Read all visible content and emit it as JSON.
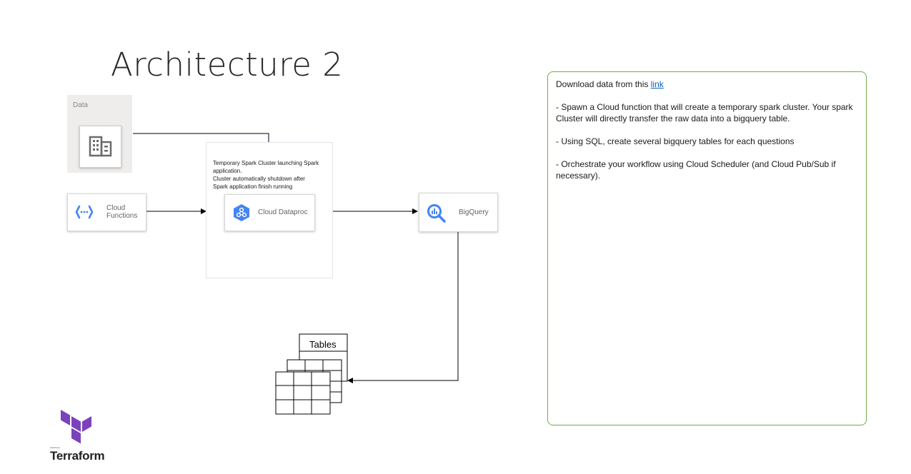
{
  "slide": {
    "title": "Architecture 2"
  },
  "diagram": {
    "data_label": "Data",
    "cloud_functions": {
      "line1": "Cloud",
      "line2": "Functions"
    },
    "cluster_description": [
      "Temporary Spark Cluster launching Spark",
      "application.",
      "Cluster automatically shutdown after",
      "Spark application finish running"
    ],
    "dataproc_label": "Cloud Dataproc",
    "bigquery_label": "BigQuery",
    "tables_label": "Tables"
  },
  "notes": {
    "download_prefix": "Download data from this ",
    "link_text": "link",
    "bullet1": "- Spawn a Cloud function that will create a temporary spark cluster. Your spark Cluster will directly transfer the raw data into a bigquery table.",
    "bullet2": "- Using SQL, create several bigquery tables for each questions",
    "bullet3": "- Orchestrate your workflow using Cloud Scheduler (and Cloud Pub/Sub if necessary)."
  },
  "logo": {
    "company": "HashiCorp",
    "product": "Terraform"
  },
  "colors": {
    "notes_border": "#70ad47",
    "link": "#0563c1",
    "gcp_blue": "#4285f4",
    "terraform_purple": "#7b42bc"
  }
}
